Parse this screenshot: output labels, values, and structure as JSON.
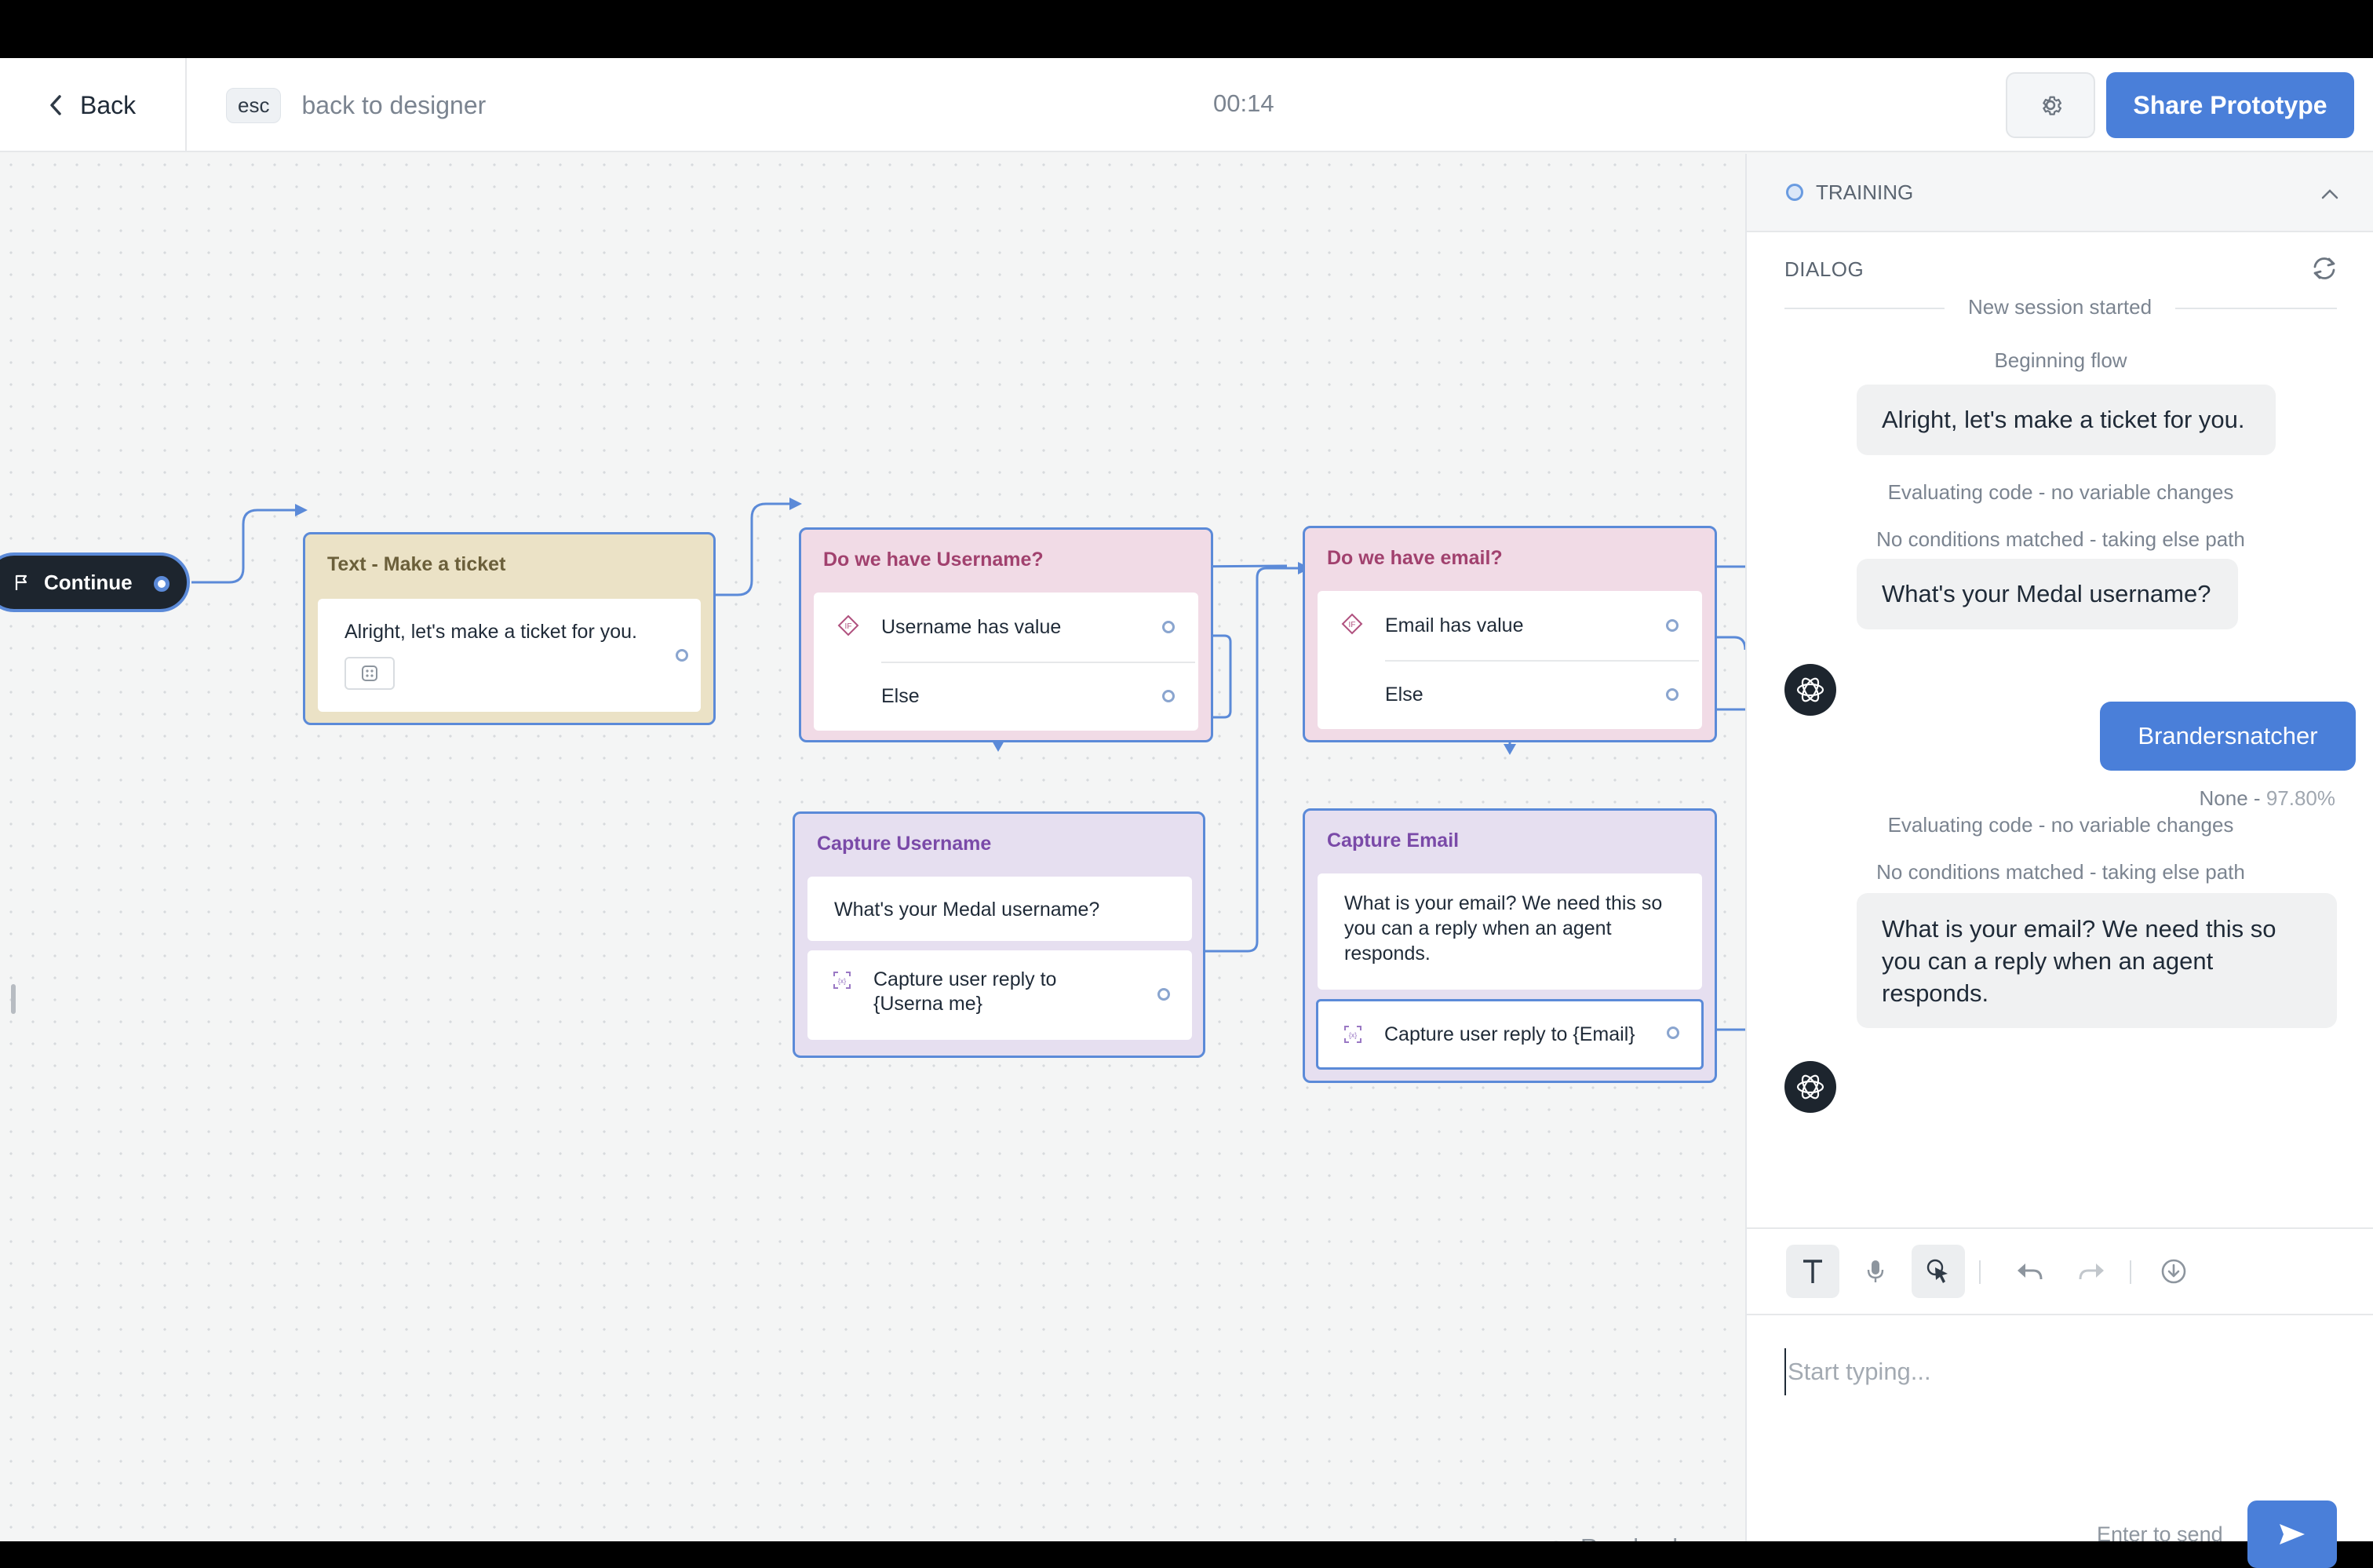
{
  "topbar": {
    "back_label": "Back",
    "esc_badge": "esc",
    "esc_text": "back to designer",
    "timer": "00:14",
    "share_label": "Share Prototype"
  },
  "canvas": {
    "start_block": {
      "label": "Continue"
    },
    "nodes": {
      "make_ticket": {
        "title": "Text - Make a ticket",
        "text": "Alright, let's make a ticket for you."
      },
      "have_username": {
        "title": "Do we have Username?",
        "cond": "Username has value",
        "else": "Else"
      },
      "have_email": {
        "title": "Do we have email?",
        "cond": "Email has value",
        "else": "Else"
      },
      "capture_username": {
        "title": "Capture Username",
        "prompt": "What's your Medal username?",
        "capture": "Capture user reply to {Userna me}"
      },
      "capture_email": {
        "title": "Capture Email",
        "prompt": "What is your email? We need this so you can a reply when an agent responds.",
        "capture": "Capture user reply to {Email}"
      }
    },
    "read_only_label": "Read only"
  },
  "panel": {
    "training_label": "TRAINING",
    "dialog_label": "DIALOG",
    "session_started": "New session started",
    "beginning_flow": "Beginning flow",
    "msg1": "Alright, let's make a ticket for you.",
    "eval1": "Evaluating code - no variable changes",
    "nocond1": "No conditions matched - taking else path",
    "msg2": "What's your Medal username?",
    "user_reply": "Brandersnatcher",
    "intent": "None -",
    "intent_conf": "97.80%",
    "eval2": "Evaluating code - no variable changes",
    "nocond2": "No conditions matched - taking else path",
    "msg3": "What is your email? We need this so you can a reply when an agent responds.",
    "input_placeholder": "Start typing...",
    "enter_hint": "Enter to send"
  },
  "colors": {
    "accent": "#4a7fd9",
    "text_node_bg": "#ebe2c6",
    "condition_node_bg": "#f1dbe6",
    "capture_node_bg": "#e6dff0",
    "condition_title": "#a1416e",
    "capture_title": "#7a4aa8"
  }
}
